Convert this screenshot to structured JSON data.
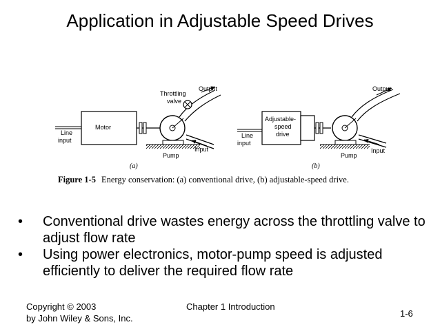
{
  "slide": {
    "title": "Application in Adjustable Speed Drives",
    "figure": {
      "panel_a": {
        "label": "(a)",
        "motor": "Motor",
        "line_input": [
          "Line",
          "input"
        ],
        "throttling_valve": [
          "Throttling",
          "valve"
        ],
        "output": "Output",
        "input": "Input",
        "pump": "Pump"
      },
      "panel_b": {
        "label": "(b)",
        "drive": [
          "Adjustable-",
          "speed",
          "drive"
        ],
        "line_input": [
          "Line",
          "input"
        ],
        "output": "Output",
        "input": "Input",
        "pump": "Pump"
      },
      "caption_label": "Figure 1-5",
      "caption_text": "Energy conservation: (a) conventional drive, (b) adjustable-speed drive."
    },
    "bullets": [
      "Conventional drive wastes energy across the throttling valve to adjust flow rate",
      "Using power electronics, motor-pump speed is adjusted efficiently to deliver the required flow rate"
    ],
    "bullet_glyph": "•",
    "footer": {
      "copyright_line1": "Copyright © 2003",
      "copyright_line2": "by John Wiley & Sons, Inc.",
      "chapter": "Chapter 1 Introduction",
      "page": "1-6"
    }
  }
}
